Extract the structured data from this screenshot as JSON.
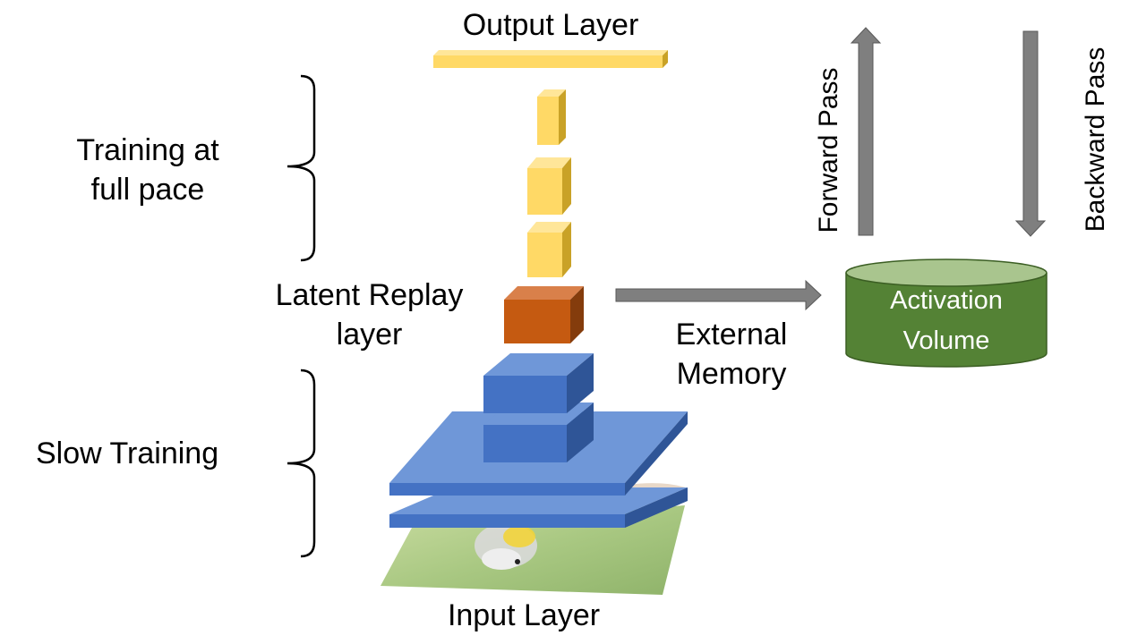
{
  "labels": {
    "output_layer": "Output Layer",
    "training_full_pace_line1": "Training at",
    "training_full_pace_line2": "full pace",
    "latent_replay_line1": "Latent Replay",
    "latent_replay_line2": "layer",
    "slow_training": "Slow Training",
    "input_layer": "Input Layer",
    "external_memory_line1": "External",
    "external_memory_line2": "Memory",
    "forward_pass": "Forward Pass",
    "backward_pass": "Backward Pass",
    "activation_volume_line1": "Activation",
    "activation_volume_line2": "Volume"
  },
  "colors": {
    "yellow": "#FFD966",
    "orange": "#C55A11",
    "blue": "#4472C4",
    "green": "#548235",
    "arrow_gray": "#595959"
  }
}
